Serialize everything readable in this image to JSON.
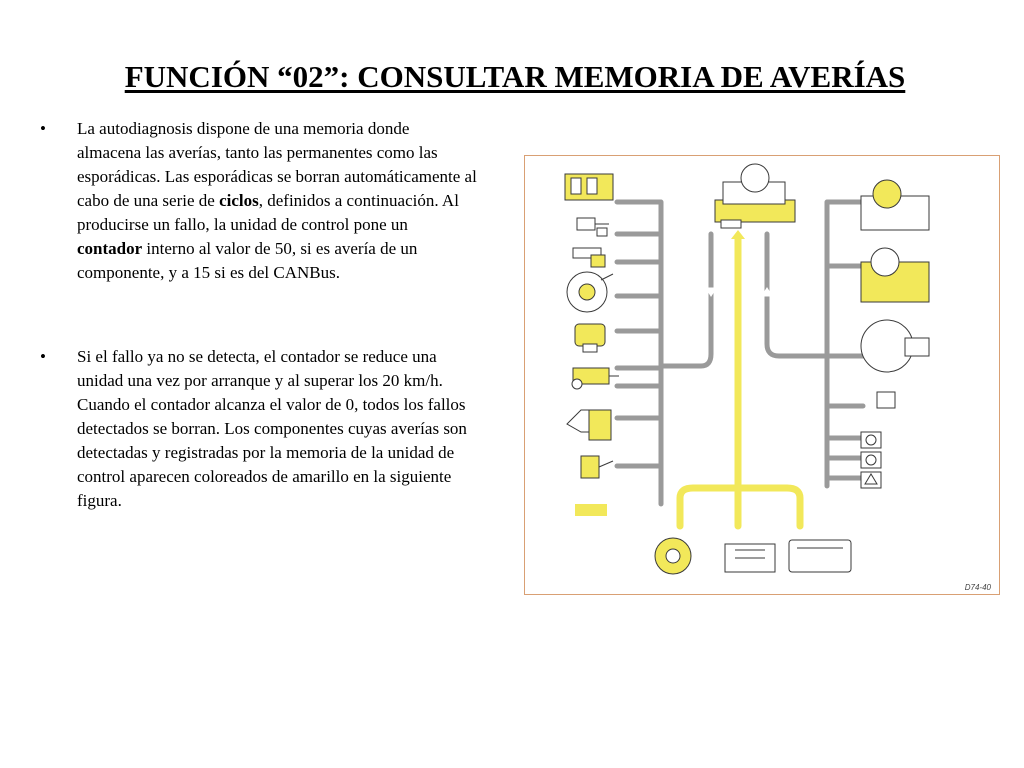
{
  "title": "FUNCIÓN “02”: CONSULTAR MEMORIA DE AVERÍAS",
  "bullet_char": "•",
  "paragraphs": [
    {
      "pre1": "La autodiagnosis dispone de una memoria donde almacena las averías, tanto las permanentes como las esporádicas. Las esporádicas se borran automáticamente al cabo de una serie de ",
      "bold1": "ciclos",
      "pre2": ", definidos a continuación. Al producirse un fallo, la unidad de control pone un ",
      "bold2": "contador",
      "post": " interno al valor de 50, si es avería de un componente, y a 15 si es del CANBus."
    },
    {
      "text": "Si el fallo ya no se detecta, el contador se reduce una unidad una vez por arranque y al superar los 20 km/h. Cuando el contador alcanza el valor de 0, todos los fallos detectados se borran. Los componentes cuyas averías son detectadas y registradas por la memoria de la unidad de control aparecen coloreados de amarillo en la siguiente figura."
    }
  ],
  "figure": {
    "code": "D74-40",
    "colors": {
      "line": "#9a9a9a",
      "highlight": "#f2e85a",
      "outline": "#3a3a3a",
      "frame": "#d9a074"
    }
  }
}
